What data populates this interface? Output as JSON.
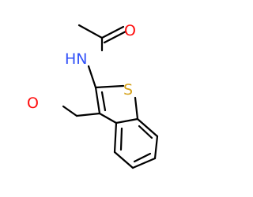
{
  "atoms": {
    "carbonyl_oxygen_amide": {
      "symbol": "O",
      "color": "#FF0D0D"
    },
    "amide_nitrogen": {
      "symbol": "HN",
      "color": "#3050F8"
    },
    "thiophene_sulfur": {
      "symbol": "S",
      "color": "#D4A017"
    },
    "aldehyde_oxygen": {
      "symbol": "O",
      "color": "#FF0D0D"
    }
  },
  "colors": {
    "bond": "#000000",
    "background": "#FFFFFF"
  }
}
